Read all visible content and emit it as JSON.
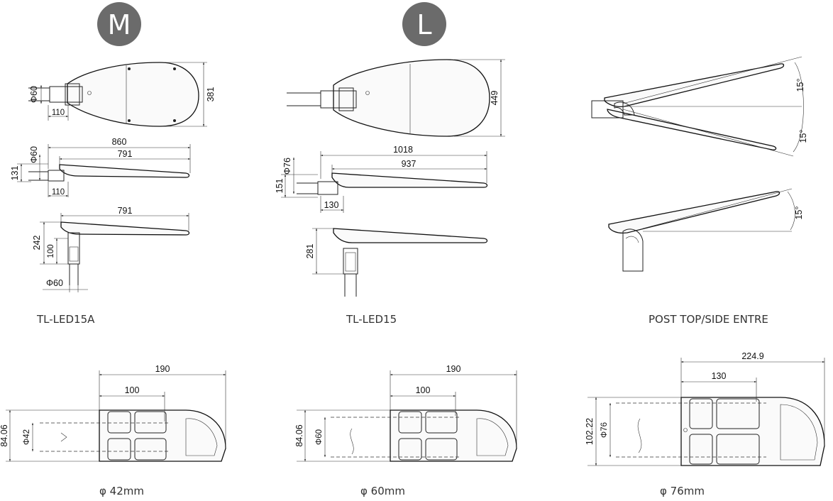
{
  "badges": {
    "medium": "M",
    "large": "L"
  },
  "colors": {
    "badge": "#6b6b6b",
    "line": "#222222",
    "caption": "#333333"
  },
  "m_top": {
    "d_pipe": "Φ60",
    "width": "381",
    "clamp": "110"
  },
  "m_side": {
    "overall": "860",
    "body": "791",
    "d_pipe": "Φ60",
    "height": "131",
    "clamp": "110"
  },
  "m_post": {
    "body": "791",
    "height": "242",
    "clamp": "100",
    "d_pipe": "Φ60"
  },
  "m_caption": "TL-LED15A",
  "l_top": {
    "width": "449"
  },
  "l_side": {
    "overall": "1018",
    "body": "937",
    "d_pipe": "Φ76",
    "height": "151",
    "clamp": "130"
  },
  "l_post": {
    "height": "281"
  },
  "l_caption": "TL-LED15",
  "tilt": {
    "upper": "15°",
    "lower": "15°",
    "post": "15°"
  },
  "r_caption": "POST TOP/SIDE ENTRE",
  "adapter_42": {
    "length": "190",
    "inner": "100",
    "height": "84.06",
    "d": "Φ42",
    "caption": "φ 42mm"
  },
  "adapter_60": {
    "length": "190",
    "inner": "100",
    "height": "84.06",
    "d": "Φ60",
    "caption": "φ 60mm"
  },
  "adapter_76": {
    "length": "224.9",
    "inner": "130",
    "height": "102.22",
    "d": "Φ76",
    "caption": "φ 76mm"
  }
}
